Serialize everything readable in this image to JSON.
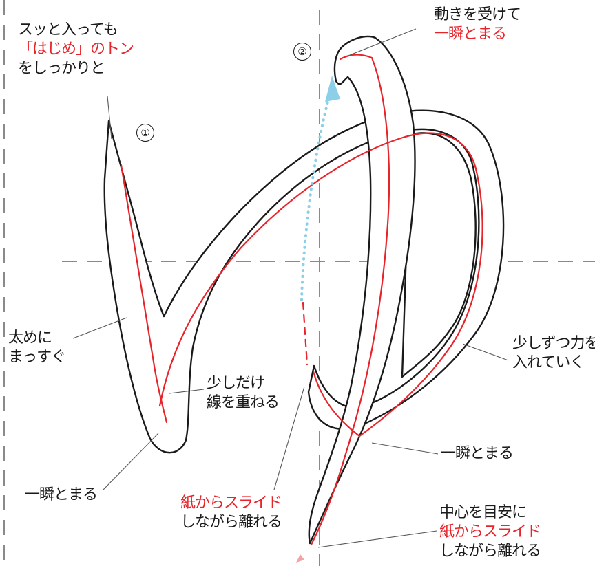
{
  "step_markers": {
    "one": "①",
    "two": "②"
  },
  "annotations": {
    "start": [
      "スッと入っても",
      "「はじめ」のトン",
      "をしっかりと"
    ],
    "motion": [
      "動きを受けて",
      "一瞬とまる"
    ],
    "thick": [
      "太めに",
      "まっすぐ"
    ],
    "overlap": [
      "少しだけ",
      "線を重ねる"
    ],
    "pressure": [
      "少しずつ力を",
      "入れていく"
    ],
    "stop_left": "一瞬とまる",
    "stop_right": "一瞬とまる",
    "slide_left": [
      "紙からスライド",
      "しながら離れる"
    ],
    "slide_right": [
      "中心を目安に",
      "紙からスライド",
      "しながら離れる"
    ]
  },
  "colors": {
    "accent": "#e8242b",
    "guide": "#8ccfe8",
    "ink": "#1a1a1a",
    "axis": "#8a8a8a"
  }
}
